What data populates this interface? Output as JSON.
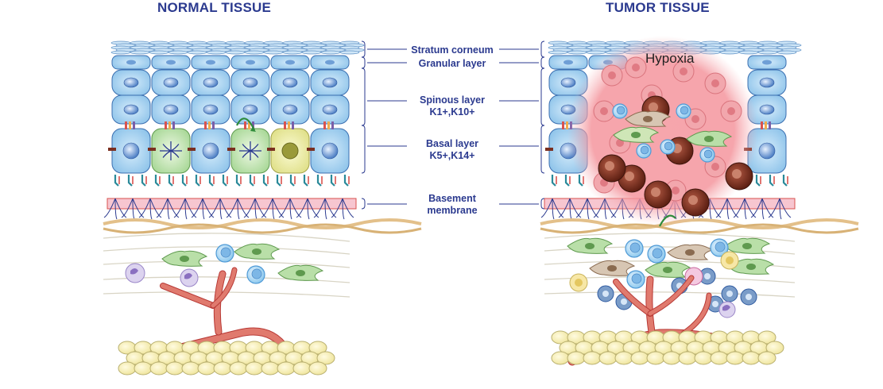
{
  "titles": {
    "left": "NORMAL TISSUE",
    "right": "TUMOR TISSUE"
  },
  "layers": [
    {
      "line1": "Stratum corneum",
      "line2": ""
    },
    {
      "line1": "Granular layer",
      "line2": ""
    },
    {
      "line1": "Spinous layer",
      "line2": "K1+,K10+"
    },
    {
      "line1": "Basal layer",
      "line2": "K5+,K14+"
    },
    {
      "line1": "Basement",
      "line2": "membrane"
    }
  ],
  "hypoxia_label": "Hypoxia",
  "colors": {
    "title": "#2b3a8f",
    "keratinocyte": "#a9d4f0",
    "basement_membrane": "#f7c6d0",
    "blood_vessel": "#d9534f",
    "adipocyte": "#fbf3b5",
    "fibroblast": "#b9dfa8",
    "tumor_cell": "#7a2f20",
    "hypoxia_glow": "#f08a92"
  }
}
